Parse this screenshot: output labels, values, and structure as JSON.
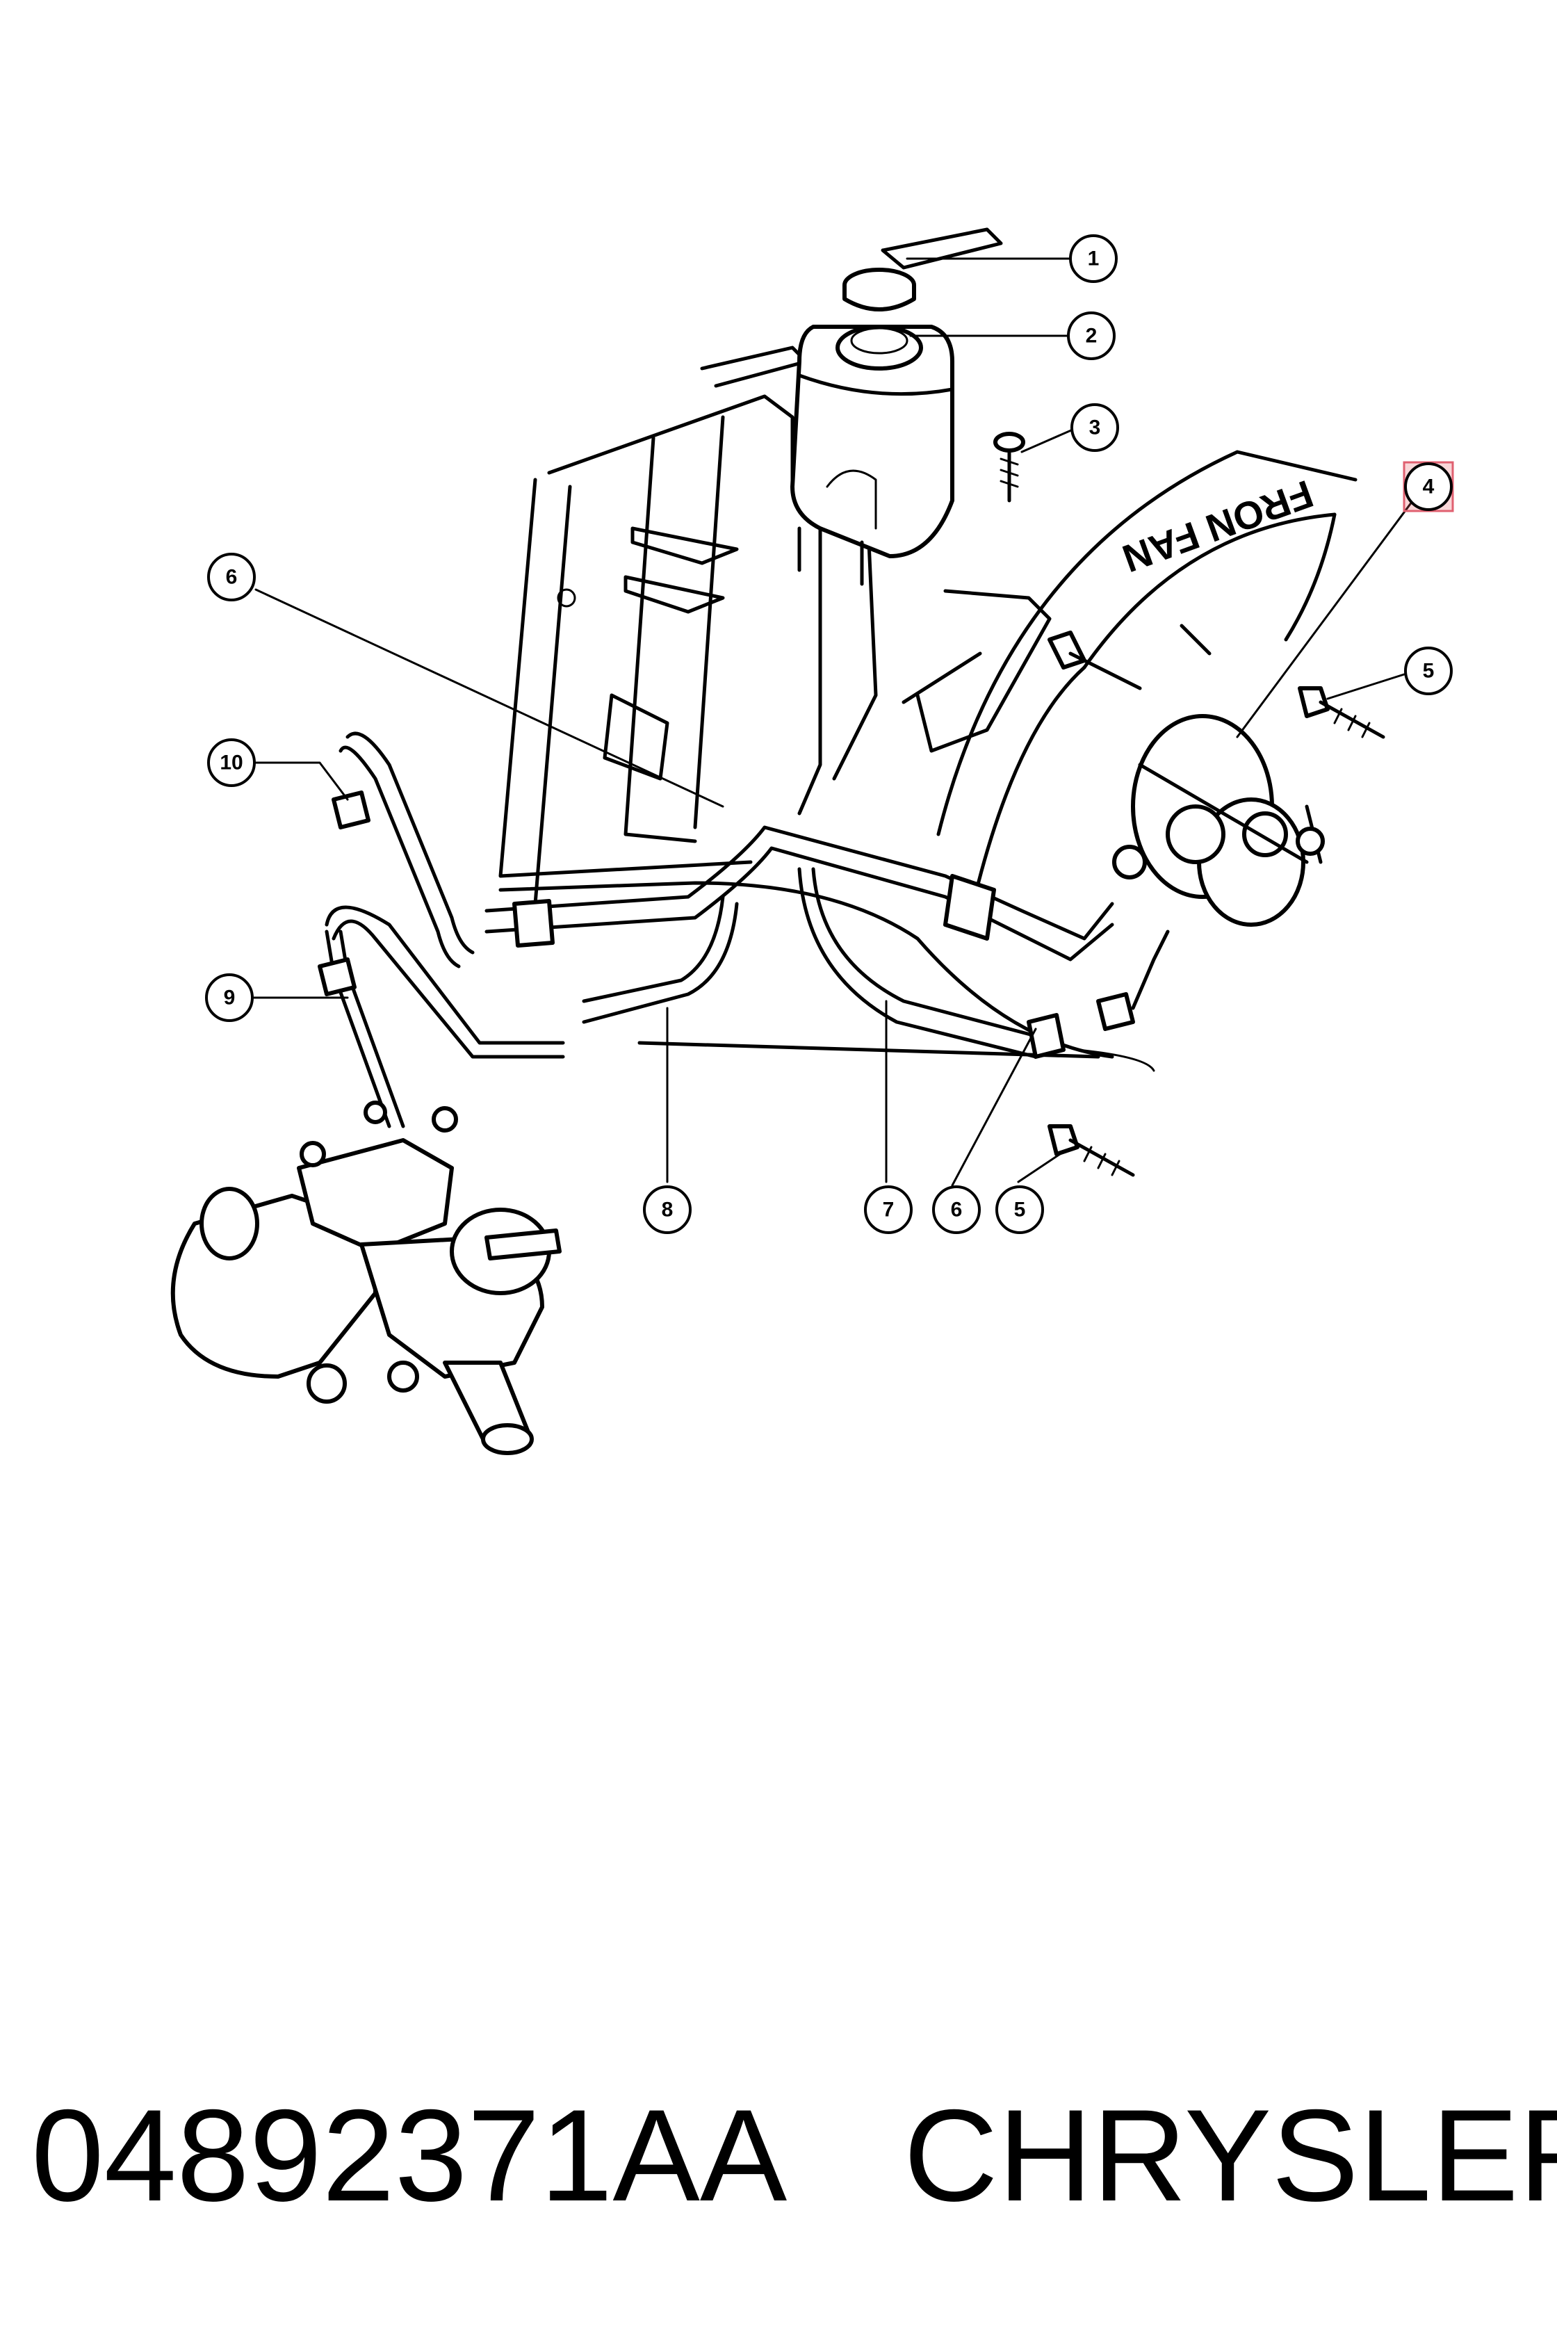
{
  "callouts": [
    {
      "id": "c1",
      "label": "1"
    },
    {
      "id": "c2",
      "label": "2"
    },
    {
      "id": "c3",
      "label": "3"
    },
    {
      "id": "c4",
      "label": "4",
      "highlighted": true
    },
    {
      "id": "c5a",
      "label": "5"
    },
    {
      "id": "c6a",
      "label": "6"
    },
    {
      "id": "c10",
      "label": "10"
    },
    {
      "id": "c9",
      "label": "9"
    },
    {
      "id": "c8",
      "label": "8"
    },
    {
      "id": "c7",
      "label": "7"
    },
    {
      "id": "c6b",
      "label": "6"
    },
    {
      "id": "c5b",
      "label": "5"
    }
  ],
  "fan_shroud_text": "FRON FAN",
  "highlight_color": "#e06070",
  "footer": {
    "part_number": "04892371AA",
    "brand": "CHRYSLER"
  }
}
